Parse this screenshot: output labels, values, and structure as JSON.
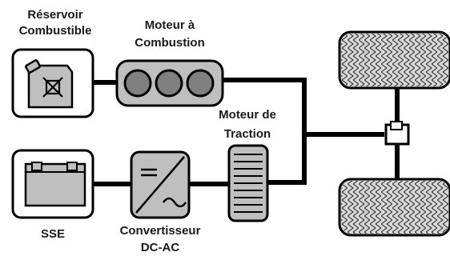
{
  "labels": {
    "fuel_tank_line1": "Réservoir",
    "fuel_tank_line2": "Combustible",
    "engine_line1": "Moteur à",
    "engine_line2": "Combustion",
    "traction_motor_line1": "Moteur de",
    "traction_motor_line2": "Traction",
    "battery": "SSE",
    "converter_line1": "Convertisseur",
    "converter_line2": "DC-AC"
  },
  "colors": {
    "line": "#000000",
    "component_fill": "#bfbfbf",
    "tire_fill": "#d9d9d9",
    "box_fill": "#ffffff"
  }
}
